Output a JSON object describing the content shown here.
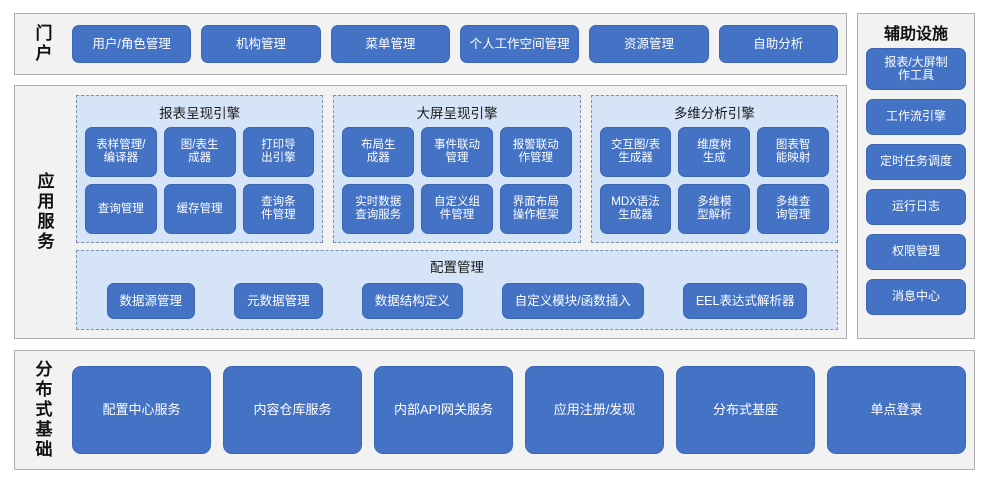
{
  "colors": {
    "chip_blue": "#4472C4",
    "panel_light_blue": "#D6E4F7",
    "frame_gray": "#F2F2F2",
    "frame_border": "#AFAFAF",
    "dashed_border": "#7E8FA8"
  },
  "portal": {
    "label": "门户",
    "items": [
      {
        "label": "用户/角色管理"
      },
      {
        "label": "机构管理"
      },
      {
        "label": "菜单管理"
      },
      {
        "label": "个人工作空间管理"
      },
      {
        "label": "资源管理"
      },
      {
        "label": "自助分析"
      }
    ]
  },
  "app_service": {
    "label": "应用服务",
    "engines": [
      {
        "title": "报表呈现引擎",
        "items": [
          {
            "label": "表样管理/\n编译器"
          },
          {
            "label": "图/表生\n成器"
          },
          {
            "label": "打印导\n出引擎"
          },
          {
            "label": "查询管理"
          },
          {
            "label": "缓存管理"
          },
          {
            "label": "查询条\n件管理"
          }
        ]
      },
      {
        "title": "大屏呈现引擎",
        "items": [
          {
            "label": "布局生\n成器"
          },
          {
            "label": "事件联动\n管理"
          },
          {
            "label": "报警联动\n作管理"
          },
          {
            "label": "实时数据\n查询服务"
          },
          {
            "label": "自定义组\n件管理"
          },
          {
            "label": "界面布局\n操作框架"
          }
        ]
      },
      {
        "title": "多维分析引擎",
        "items": [
          {
            "label": "交互图/表\n生成器"
          },
          {
            "label": "维度树\n生成"
          },
          {
            "label": "图表智\n能映射"
          },
          {
            "label": "MDX语法\n生成器"
          },
          {
            "label": "多维模\n型解析"
          },
          {
            "label": "多维查\n询管理"
          }
        ]
      }
    ],
    "config": {
      "title": "配置管理",
      "items": [
        {
          "label": "数据源管理"
        },
        {
          "label": "元数据管理"
        },
        {
          "label": "数据结构定义"
        },
        {
          "label": "自定义模块/函数插入"
        },
        {
          "label": "EEL表达式解析器"
        }
      ]
    }
  },
  "auxiliary": {
    "title": "辅助设施",
    "items": [
      {
        "label": "报表/大屏制\n作工具"
      },
      {
        "label": "工作流引擎"
      },
      {
        "label": "定时任务调度"
      },
      {
        "label": "运行日志"
      },
      {
        "label": "权限管理"
      },
      {
        "label": "消息中心"
      }
    ]
  },
  "distributed": {
    "label": "分布式基础",
    "items": [
      {
        "label": "配置中心服务"
      },
      {
        "label": "内容仓库服务"
      },
      {
        "label": "内部API网关服务"
      },
      {
        "label": "应用注册/发现"
      },
      {
        "label": "分布式基座"
      },
      {
        "label": "单点登录"
      }
    ]
  }
}
